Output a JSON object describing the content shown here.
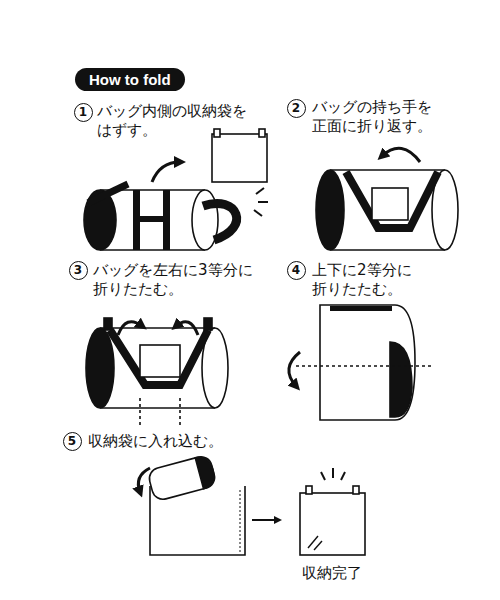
{
  "diagram": {
    "title": "How to fold",
    "nodes": [
      {
        "text": [
          "1"
        ]
      },
      {
        "text": [
          "2"
        ]
      },
      {
        "text": [
          "3"
        ]
      },
      {
        "text": [
          "4"
        ]
      },
      {
        "text": [
          "5"
        ]
      }
    ],
    "labels": [
      "バッグ内側の収納袋を はずす。",
      "バッグの持ち手を 正面に折り返す。",
      "バッグを左右に3等分に 折りたたむ。",
      "上下に2等分に 折りたたむ。",
      "収納袋に入れ込む。",
      "収納完了"
    ]
  }
}
